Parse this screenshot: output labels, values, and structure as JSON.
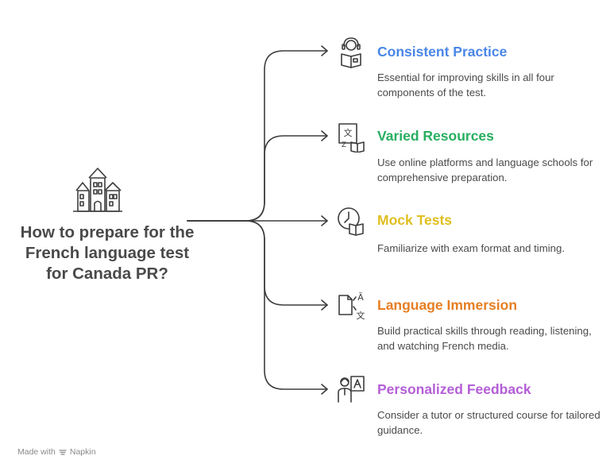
{
  "root": {
    "title": "How to prepare for the French language test for Canada PR?",
    "icon": "chateau-icon"
  },
  "branches": [
    {
      "title": "Consistent Practice",
      "description": "Essential for improving skills in all four components of the test.",
      "color": "#4a86e8",
      "icon": "headset-book-icon"
    },
    {
      "title": "Varied Resources",
      "description": "Use online platforms and language schools for comprehensive preparation.",
      "color": "#27ae60",
      "icon": "translate-book-icon"
    },
    {
      "title": "Mock Tests",
      "description": "Familiarize with exam format and timing.",
      "color": "#e0be1f",
      "icon": "clock-book-icon"
    },
    {
      "title": "Language Immersion",
      "description": "Build practical skills through reading, listening, and watching French media.",
      "color": "#e67e22",
      "icon": "document-translate-icon"
    },
    {
      "title": "Personalized Feedback",
      "description": "Consider a tutor or structured course for tailored guidance.",
      "color": "#b45ed8",
      "icon": "tutor-board-icon"
    }
  ],
  "footer": {
    "text": "Made with",
    "brand": "Napkin"
  },
  "colors": {
    "line": "#3d3d3d",
    "icon": "#3d3d3d"
  }
}
